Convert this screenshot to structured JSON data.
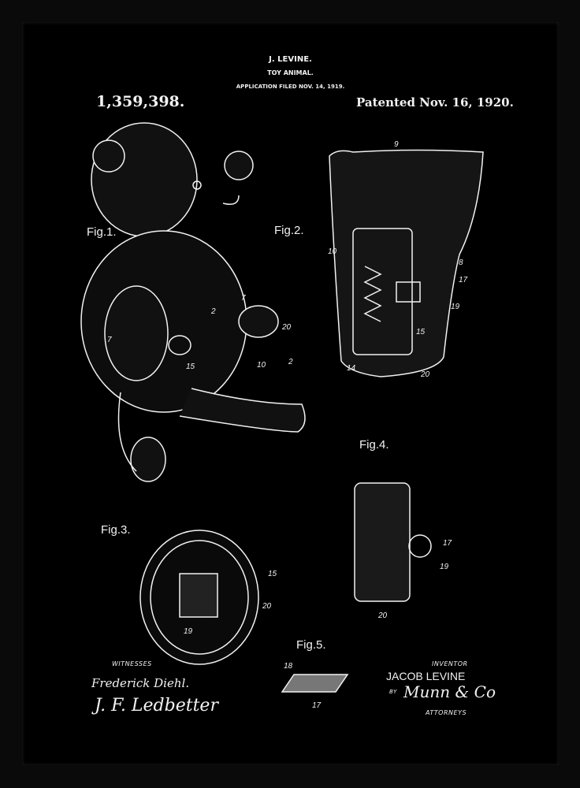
{
  "header": {
    "inventor_name": "J. LEVINE.",
    "title": "TOY ANIMAL.",
    "application": "APPLICATION FILED NOV. 14, 1919.",
    "patent_number": "1,359,398.",
    "patented": "Patented Nov. 16, 1920."
  },
  "figures": {
    "fig1": "Fig.1.",
    "fig2": "Fig.2.",
    "fig3": "Fig.3.",
    "fig4": "Fig.4.",
    "fig5": "Fig.5."
  },
  "refs": {
    "fig1": [
      "7",
      "7",
      "2",
      "15",
      "20",
      "10",
      "2"
    ],
    "fig2": [
      "9",
      "10",
      "8",
      "17",
      "19",
      "15",
      "14",
      "20"
    ],
    "fig3": [
      "15",
      "20",
      "19"
    ],
    "fig4": [
      "17",
      "19",
      "20"
    ],
    "fig5": [
      "18",
      "17"
    ]
  },
  "footer": {
    "witnesses_label": "WITNESSES",
    "witness_signatures": [
      "Frederick Diehl.",
      "J. F. Ledbetter"
    ],
    "inventor_label": "INVENTOR",
    "inventor_full": "JACOB LEVINE",
    "by_label": "BY",
    "attorney_signature": "Munn & Co",
    "attorneys_label": "ATTORNEYS"
  },
  "colors": {
    "background": "#000000",
    "ink": "#f2f2f2",
    "frame": "#0a0a0a"
  }
}
